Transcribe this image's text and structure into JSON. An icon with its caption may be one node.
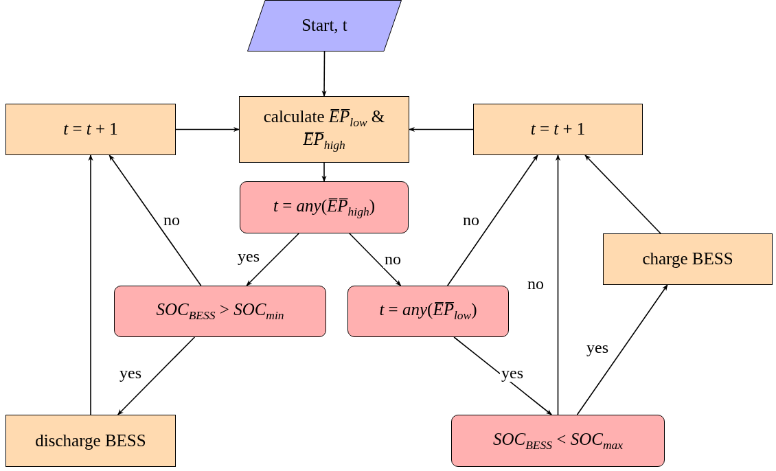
{
  "diagram": {
    "nodes": [
      {
        "text": [
          "Start, t"
        ]
      },
      {
        "text": [
          "calculate *E̅P̅*$_{low}$ & *E̅P̅*$_{high}$"
        ]
      },
      {
        "text": [
          "*t* = *t* + 1"
        ]
      },
      {
        "text": [
          "*t* = *t* + 1"
        ]
      },
      {
        "text": [
          "*t* = *any*(*E̅P̅*$_{high}$)"
        ]
      },
      {
        "text": [
          "*SOC*$_{BESS}$ > *SOC*$_{min}$"
        ]
      },
      {
        "text": [
          "*t* = *any*(*E̅P̅*$_{low}$)"
        ]
      },
      {
        "text": [
          "charge BESS"
        ]
      },
      {
        "text": [
          "discharge BESS"
        ]
      },
      {
        "text": [
          "*SOC*$_{BESS}$ < *SOC*$_{max}$"
        ]
      }
    ],
    "edges": [
      {
        "from": 0,
        "to": 1,
        "arrow": "to"
      },
      {
        "from": 2,
        "to": 1,
        "arrow": "to"
      },
      {
        "from": 3,
        "to": 1,
        "arrow": "to"
      },
      {
        "from": 1,
        "to": 4,
        "arrow": "to"
      },
      {
        "from": 4,
        "to": 5,
        "arrow": "to",
        "label": "yes"
      },
      {
        "from": 4,
        "to": 6,
        "arrow": "to",
        "label": "no"
      },
      {
        "from": 5,
        "to": 2,
        "arrow": "to",
        "label": "no"
      },
      {
        "from": 5,
        "to": 8,
        "arrow": "to",
        "label": "yes"
      },
      {
        "from": 8,
        "to": 2,
        "arrow": "to"
      },
      {
        "from": 6,
        "to": 3,
        "arrow": "to",
        "label": "no"
      },
      {
        "from": 6,
        "to": 9,
        "arrow": "to",
        "label": "yes"
      },
      {
        "from": 9,
        "to": 3,
        "arrow": "to",
        "label": "no"
      },
      {
        "from": 9,
        "to": 7,
        "arrow": "to",
        "label": "yes"
      },
      {
        "from": 7,
        "to": 3,
        "arrow": "to"
      }
    ]
  }
}
